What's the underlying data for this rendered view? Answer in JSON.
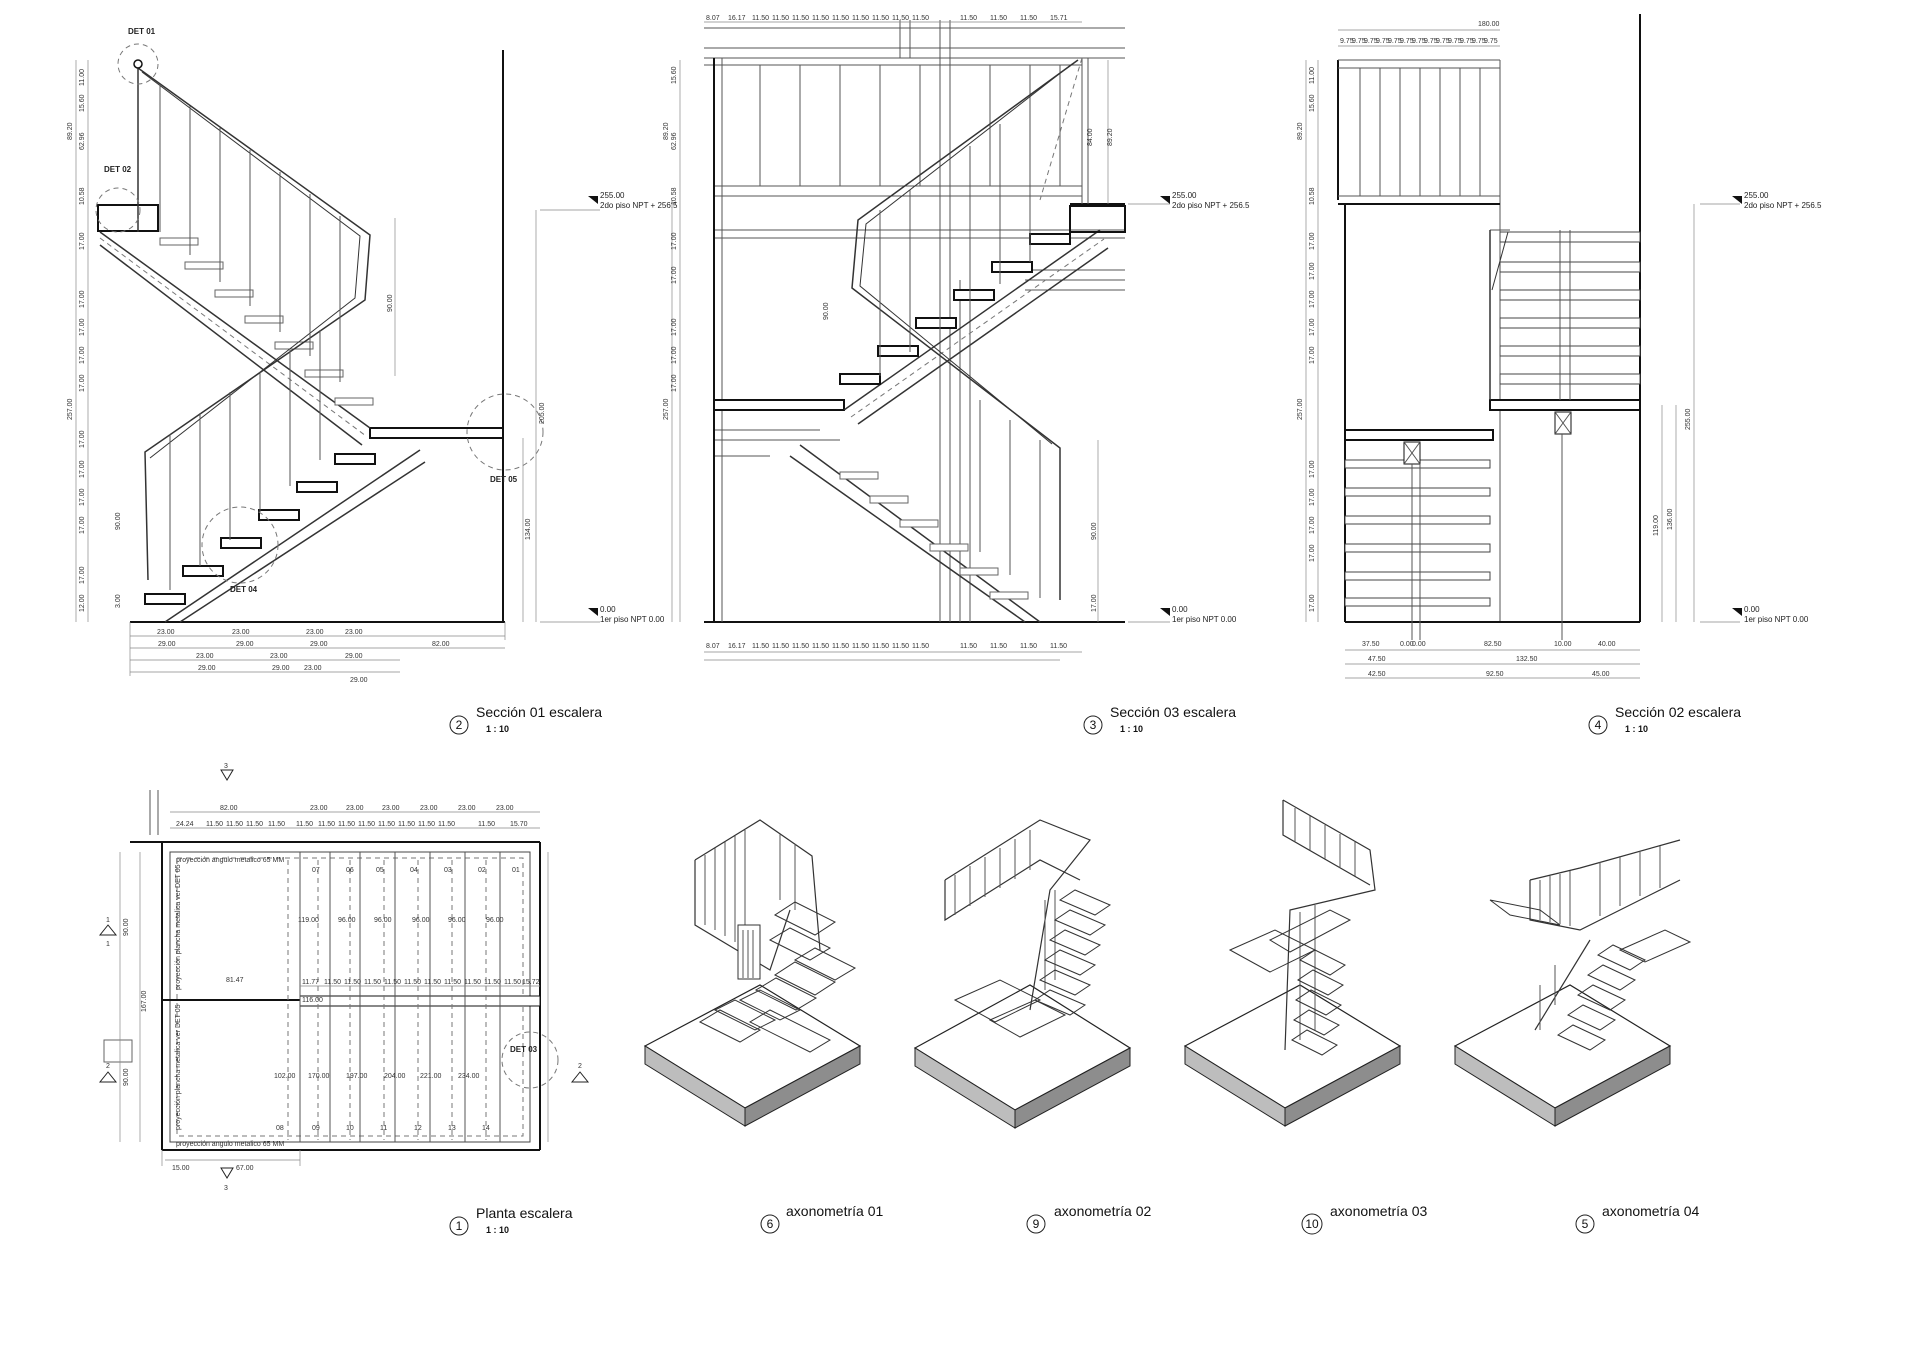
{
  "views": [
    {
      "num": "2",
      "title": "Sección 01 escalera",
      "scale": "1 : 10"
    },
    {
      "num": "3",
      "title": "Sección 03 escalera",
      "scale": "1 : 10"
    },
    {
      "num": "4",
      "title": "Sección 02 escalera",
      "scale": "1 : 10"
    },
    {
      "num": "1",
      "title": "Planta escalera",
      "scale": "1 : 10"
    },
    {
      "num": "6",
      "title": "axonometría 01"
    },
    {
      "num": "9",
      "title": "axonometría 02"
    },
    {
      "num": "10",
      "title": "axonometría 03"
    },
    {
      "num": "5",
      "title": "axonometría 04"
    }
  ],
  "levels": {
    "upper_value": "255.00",
    "upper_label": "2do piso NPT + 256.5",
    "lower_value": "0.00",
    "lower_label": "1er piso NPT 0.00"
  },
  "details": {
    "det01": "DET 01",
    "det02": "DET 02",
    "det03": "DET 03",
    "det04": "DET 04",
    "det05": "DET 05"
  },
  "section01": {
    "left_dims": [
      "11.00",
      "15.60",
      "62.96",
      "89.20",
      "10.58",
      "17.00",
      "17.00",
      "17.00",
      "17.00",
      "17.00",
      "257.00",
      "17.00",
      "17.00",
      "17.00",
      "17.00",
      "17.00",
      "12.00"
    ],
    "mid_dims": [
      "90.00",
      "90.00",
      "3.00"
    ],
    "right_dims": [
      "205.00",
      "134.00"
    ],
    "bottom_dims_row1": [
      "23.00",
      "23.00",
      "23.00",
      "23.00",
      "82.00"
    ],
    "bottom_dims_row2": [
      "29.00",
      "29.00",
      "29.00",
      "29.00"
    ],
    "bottom_dims_row3": [
      "23.00",
      "23.00",
      "23.00"
    ],
    "bottom_dims_row4": [
      "29.00",
      "29.00",
      "29.00"
    ]
  },
  "section03": {
    "top_dims": [
      "8.07",
      "16.17",
      "11.50",
      "11.50",
      "11.50",
      "11.50",
      "11.50",
      "11.50",
      "11.50",
      "11.50",
      "11.50",
      "11.50",
      "11.50",
      "11.50",
      "15.71"
    ],
    "bottom_dims": [
      "8.07",
      "16.17",
      "11.50",
      "11.50",
      "11.50",
      "11.50",
      "11.50",
      "11.50",
      "11.50",
      "11.50",
      "11.50",
      "11.50",
      "11.50",
      "11.50",
      "11.50"
    ],
    "left_dims": [
      "15.60",
      "62.96",
      "89.20",
      "10.58",
      "17.00",
      "17.00",
      "17.00",
      "17.00",
      "257.00",
      "17.00"
    ],
    "mid_dims": [
      "90.00",
      "84.00",
      "89.20",
      "90.00",
      "17.00"
    ]
  },
  "section02": {
    "top_total": "180.00",
    "top_dims": [
      "9.75",
      "9.75",
      "9.75",
      "9.75",
      "9.75",
      "9.75",
      "9.75",
      "9.75",
      "9.75",
      "9.75",
      "9.75",
      "9.75",
      "9.75"
    ],
    "left_dims": [
      "11.00",
      "15.60",
      "89.20",
      "10.58",
      "17.00",
      "17.00",
      "17.00",
      "17.00",
      "17.00",
      "257.00",
      "17.00",
      "17.00",
      "17.00",
      "17.00",
      "17.00"
    ],
    "right_dims": [
      "255.00",
      "119.00",
      "136.00"
    ],
    "bottom_row1": [
      "37.50",
      "0.00",
      "0.00",
      "82.50",
      "10.00",
      "40.00"
    ],
    "bottom_row2": [
      "47.50",
      "132.50"
    ],
    "bottom_row3": [
      "42.50",
      "92.50",
      "45.00"
    ]
  },
  "plan": {
    "top_row1": [
      "82.00",
      "23.00",
      "23.00",
      "23.00",
      "23.00",
      "23.00",
      "23.00"
    ],
    "top_row2": [
      "24.24",
      "11.50",
      "11.50",
      "11.50",
      "11.50",
      "11.50",
      "11.50",
      "11.50",
      "11.50",
      "11.50",
      "11.50",
      "11.50",
      "11.50",
      "11.50",
      "15.70"
    ],
    "mid_row": [
      "81.47",
      "11.77",
      "11.50",
      "11.50",
      "11.50",
      "11.50",
      "11.50",
      "11.50",
      "11.50",
      "11.50",
      "11.50",
      "11.50",
      "15.72"
    ],
    "left_dims": [
      "90.00",
      "167.00",
      "90.00"
    ],
    "bottom_dims": [
      "15.00",
      "67.00"
    ],
    "note_top": "proyección angulo metalico 65 MM",
    "note_bottom": "proyección angulo metalico 65 MM",
    "note_vert_1": "proyección plancha metalica ver DET 05",
    "note_vert_2": "proyección plancha metalica ver DET 05",
    "cut_marks": [
      "3",
      "3",
      "1",
      "1",
      "2",
      "2"
    ],
    "step_numbers_top": [
      "07",
      "06",
      "05",
      "04",
      "03",
      "02",
      "01"
    ],
    "step_numbers_bottom": [
      "08",
      "09",
      "10",
      "11",
      "12",
      "13",
      "14"
    ],
    "step_lengths_top": [
      "119.00",
      "96.00",
      "96.00",
      "96.00",
      "96.00",
      "96.00"
    ],
    "step_lengths_bottom": [
      "102.00",
      "170.00",
      "197.00",
      "204.00",
      "221.00",
      "234.00"
    ],
    "small_dims": [
      "116.00"
    ]
  }
}
